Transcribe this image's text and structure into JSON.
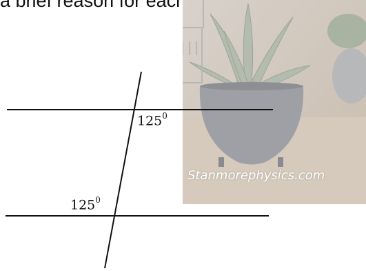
{
  "heading": {
    "text": "a brief reason for each answer."
  },
  "watermark": {
    "text": "Stanmorephysics.com"
  },
  "diagram": {
    "angle_top": {
      "value": "125",
      "degree_mark": "0"
    },
    "angle_bottom": {
      "value": "125",
      "degree_mark": "0"
    }
  },
  "colors": {
    "line": "#111111",
    "text": "#111111",
    "watermark_bg": "#cfc6bd"
  }
}
